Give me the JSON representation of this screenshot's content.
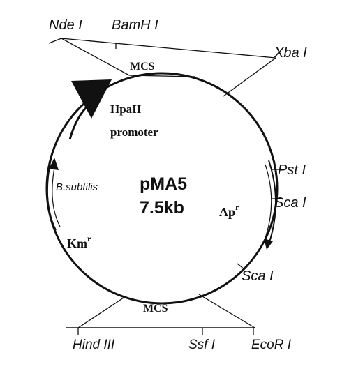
{
  "plasmid": {
    "name": "pMA5",
    "size": "7.5kb"
  },
  "top_sites": {
    "nde": "Nde I",
    "bamh": "BamH I",
    "xba": "Xba I"
  },
  "top_mcs": "MCS",
  "promoter": {
    "line1": "HpaII",
    "line2": "promoter"
  },
  "left_features": {
    "ori": "B.subtilis",
    "km": "Km",
    "km_sup": "r"
  },
  "right_features": {
    "pst": "Pst I",
    "sca1": "Sca I",
    "ap": "Ap",
    "ap_sup": "r",
    "sca2": "Sca I"
  },
  "bottom_mcs": "MCS",
  "bottom_sites": {
    "hind": "Hind III",
    "ssf": "Ssf I",
    "eco": "EcoR I"
  },
  "colors": {
    "ink": "#111111",
    "background": "#ffffff"
  }
}
